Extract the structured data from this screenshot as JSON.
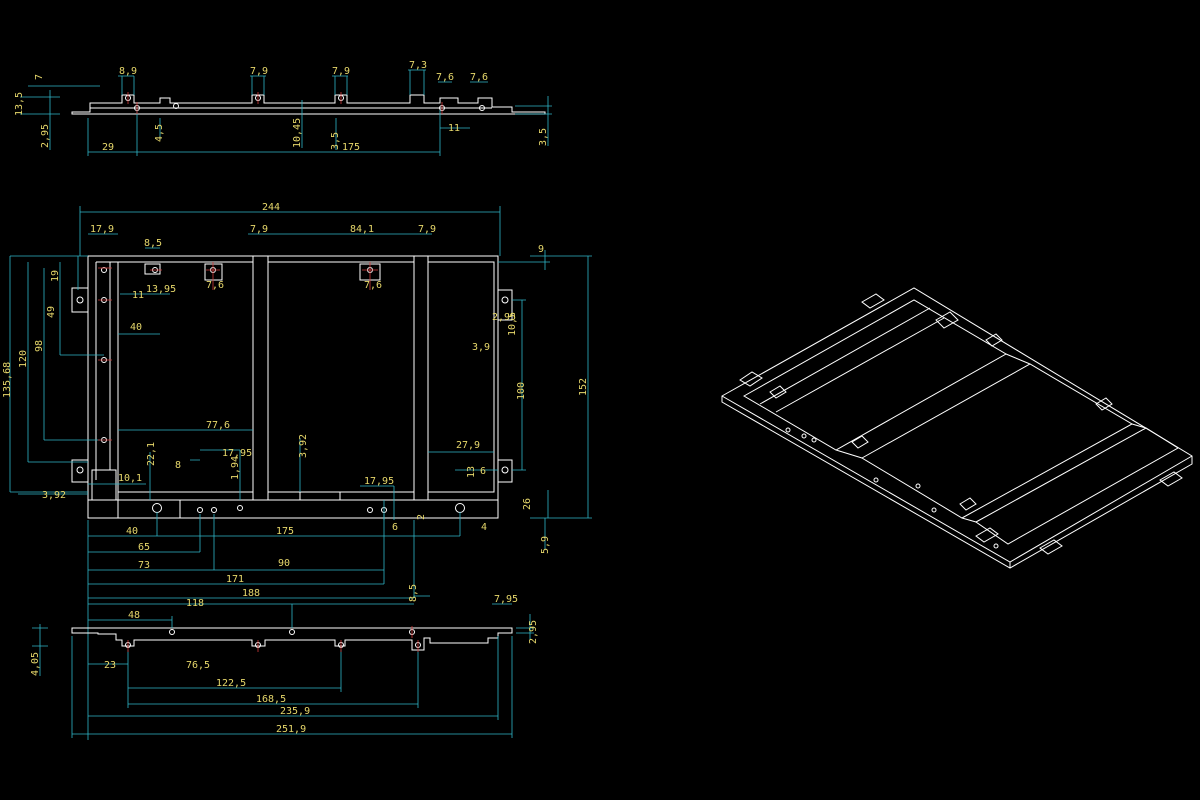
{
  "colors": {
    "background": "#000000",
    "outline": "#ffffff",
    "dimension": "#2fb6c8",
    "dim_text": "#e7d86b",
    "centerline": "#d23a3a"
  },
  "top_view": {
    "dims": [
      "8,9",
      "7,9",
      "7,9",
      "7,3",
      "7,6",
      "7,6",
      "7",
      "13,5",
      "2,95",
      "4,5",
      "10,45",
      "3,5",
      "11",
      "3,5",
      "29",
      "175"
    ]
  },
  "front_view": {
    "dims": [
      "244",
      "17,9",
      "8,5",
      "7,9",
      "84,1",
      "7,9",
      "9",
      "19",
      "49",
      "98",
      "120",
      "135,68",
      "152",
      "11",
      "13,95",
      "7,6",
      "7,6",
      "40",
      "2,95",
      "10,5",
      "3,9",
      "100",
      "77,6",
      "3,92",
      "22,1",
      "8",
      "17,95",
      "1,94",
      "27,9",
      "13",
      "6",
      "10,1",
      "3,92",
      "17,95",
      "26",
      "2",
      "40",
      "175",
      "6",
      "4",
      "5,9",
      "65",
      "90",
      "73",
      "171",
      "188"
    ]
  },
  "bottom_view": {
    "dims": [
      "118",
      "8,5",
      "7,95",
      "48",
      "2,95",
      "4,05",
      "23",
      "76,5",
      "122,5",
      "168,5",
      "235,9",
      "251,9"
    ]
  }
}
